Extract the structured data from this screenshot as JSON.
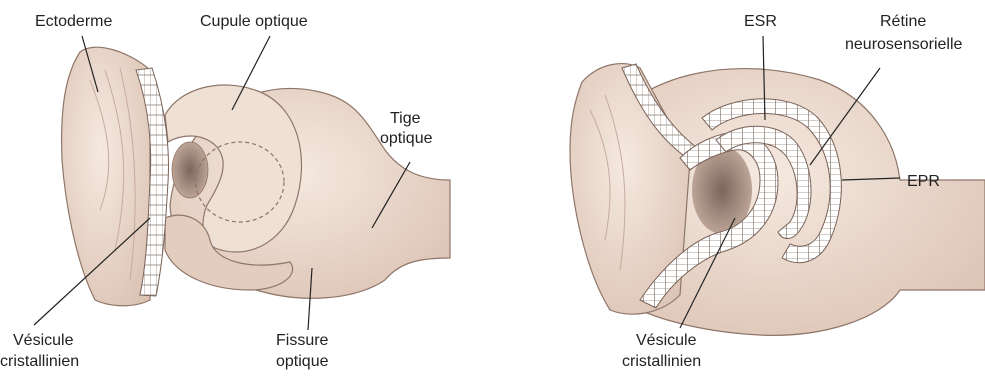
{
  "colors": {
    "tissue": "#ead8cc",
    "tissue_light": "#f3e6dc",
    "tissue_shadow": "#cdb2a2",
    "outline": "#7a6258",
    "cells": "#ffffff",
    "cell_line": "#8a7a72",
    "leader": "#222222",
    "text": "#222222",
    "background": "#ffffff"
  },
  "left_figure": {
    "label_ectoderme": "Ectoderme",
    "label_cupule": "Cupule optique",
    "label_tige_1": "Tige",
    "label_tige_2": "optique",
    "label_vesicule_1": "Vésicule",
    "label_vesicule_2": "cristallinien",
    "label_fissure_1": "Fissure",
    "label_fissure_2": "optique"
  },
  "right_figure": {
    "label_esr": "ESR",
    "label_retine_1": "Rétine",
    "label_retine_2": "neurosensorielle",
    "label_epr": "EPR",
    "label_vesicule_1": "Vésicule",
    "label_vesicule_2": "cristallinien"
  }
}
